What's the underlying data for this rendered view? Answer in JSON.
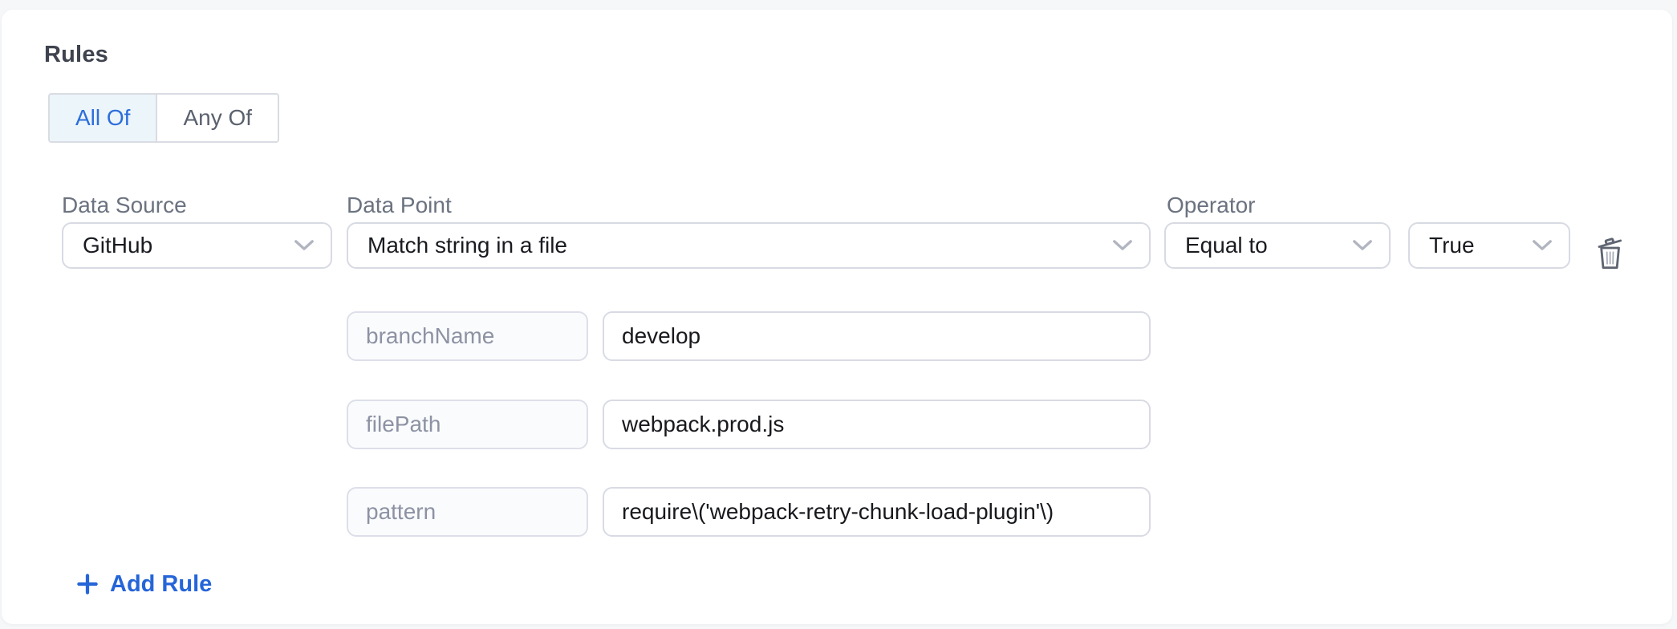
{
  "rules": {
    "title": "Rules",
    "toggle": {
      "all_of": "All Of",
      "any_of": "Any Of",
      "selected": "All Of"
    }
  },
  "rule": {
    "data_source": {
      "label": "Data Source",
      "value": "GitHub"
    },
    "data_point": {
      "label": "Data Point",
      "value": "Match string in a file"
    },
    "operator": {
      "label": "Operator",
      "value": "Equal to"
    },
    "operator_value": {
      "value": "True"
    },
    "params": [
      {
        "key": "branchName",
        "value": "develop"
      },
      {
        "key": "filePath",
        "value": "webpack.prod.js"
      },
      {
        "key": "pattern",
        "value": "require\\('webpack-retry-chunk-load-plugin'\\)"
      }
    ]
  },
  "actions": {
    "add_rule_label": "Add Rule",
    "delete_icon": "trash-open-lid"
  },
  "colors": {
    "accent_blue": "#2565d8",
    "selected_toggle_bg": "#ecf5fa",
    "selected_toggle_text": "#2d6edb",
    "page_bg": "#f6f7f9",
    "card_bg": "#ffffff",
    "label_gray": "#6b7280",
    "muted_key_text": "#8d92a3"
  }
}
